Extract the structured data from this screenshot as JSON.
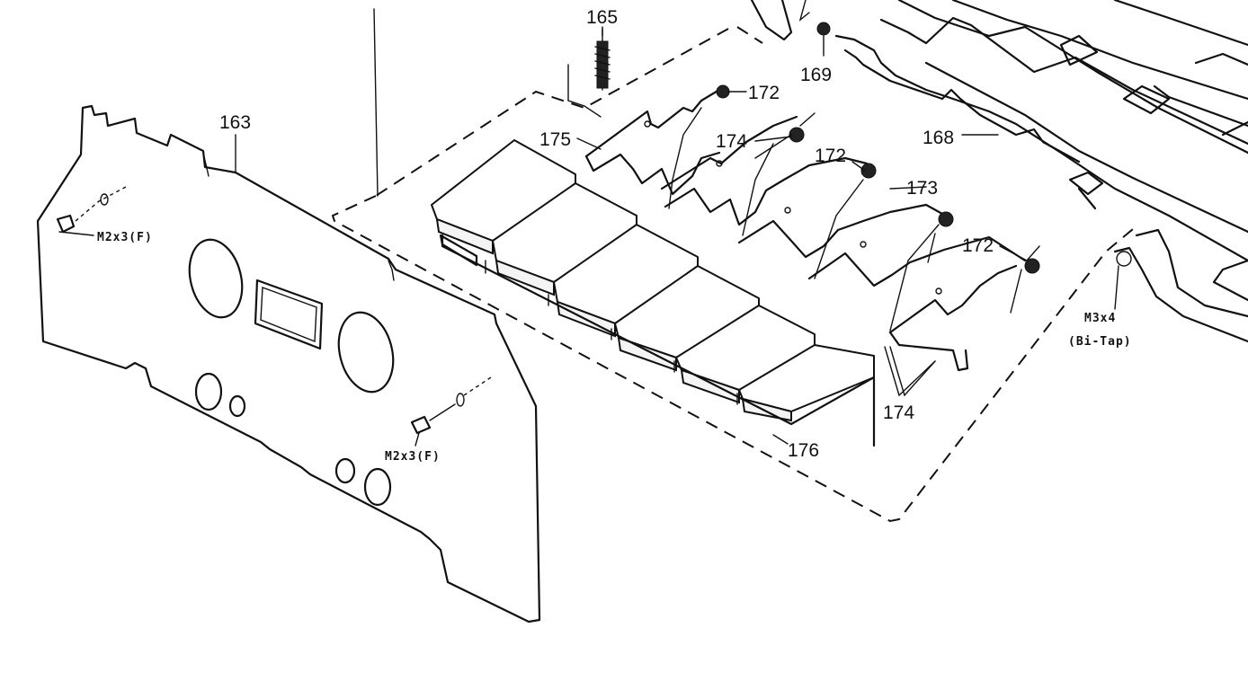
{
  "labels": {
    "p163": "163",
    "p165": "165",
    "p168": "168",
    "p169": "169",
    "p172a": "172",
    "p172b": "172",
    "p172c": "172",
    "p173": "173",
    "p174a": "174",
    "p174b": "174",
    "p175": "175",
    "p176": "176",
    "screw_left": "M2x3(F)",
    "screw_center": "M2x3(F)",
    "screw_right": "M3x4",
    "screw_right_note": "(Bi-Tap)"
  }
}
